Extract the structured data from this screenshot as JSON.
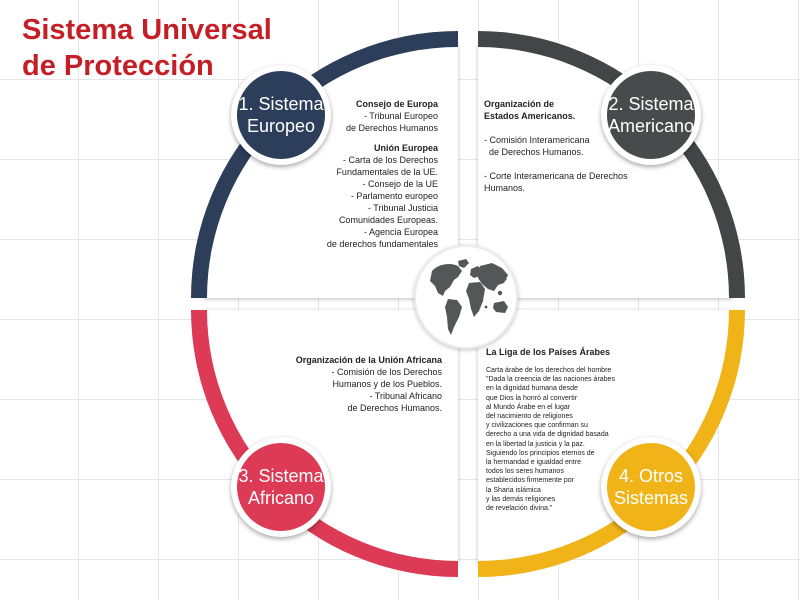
{
  "title": {
    "line1": "Sistema Universal",
    "line2": "de Protección"
  },
  "colors": {
    "europeo": "#2c3e5a",
    "americano": "#494a4c",
    "africano": "#dc3a55",
    "otros": "#f0b418",
    "title": "#c41e26"
  },
  "globe_icon": "world-globe-icon",
  "systems": [
    {
      "line1": "1. Sistema",
      "line2": "Europeo"
    },
    {
      "line1": "2. Sistema",
      "line2": "Americano"
    },
    {
      "line1": "3. Sistema",
      "line2": "Africano"
    },
    {
      "line1": "4. Otros",
      "line2": "Sistemas"
    }
  ],
  "europeo": {
    "h1": "Consejo de Europa",
    "l1": "- Tribunal Europeo",
    "l2": "de Derechos Humanos",
    "h2": "Unión Europea",
    "items": [
      "- Carta de los Derechos",
      "Fundamentales de la UE.",
      "- Consejo de la UE",
      "- Parlamento europeo",
      "- Tribunal Justicia",
      "Comunidades Europeas.",
      "- Agencia Europea",
      "de derechos fundamentales"
    ]
  },
  "americano": {
    "h1": "Organización de",
    "h2": "Estados Americanos.",
    "l1": "- Comisión Interamericana",
    "l2": "de Derechos  Humanos.",
    "l3": "- Corte Interamericana de Derechos",
    "l4": "Humanos."
  },
  "africano": {
    "h1": "Organización de la Unión Africana",
    "items": [
      "- Comisión de los Derechos",
      "Humanos y de los Pueblos.",
      "- Tribunal Africano",
      "de Derechos Humanos."
    ]
  },
  "otros": {
    "h1": "La Liga de los Países Árabes",
    "lines": [
      "Carta árabe de los derechos del hombre",
      "\"Dada la creencia de las naciones árabes",
      "en la dignidad humana desde",
      "que Dios la honró al convertir",
      " al Mundo Árabe en el lugar",
      "del nacimiento de religiones",
      "y civilizaciones que confirman su",
      "derecho a una vida de dignidad basada",
      "en la libertad la justicia y la paz.",
      "Siguiendo los principios eternos de",
      "la hermandad e igualdad entre",
      "todos los seres humanos",
      "establecidos firmemente por",
      " la Sharia islámica",
      "y las demás religiones",
      "de revelación divina.\""
    ]
  }
}
